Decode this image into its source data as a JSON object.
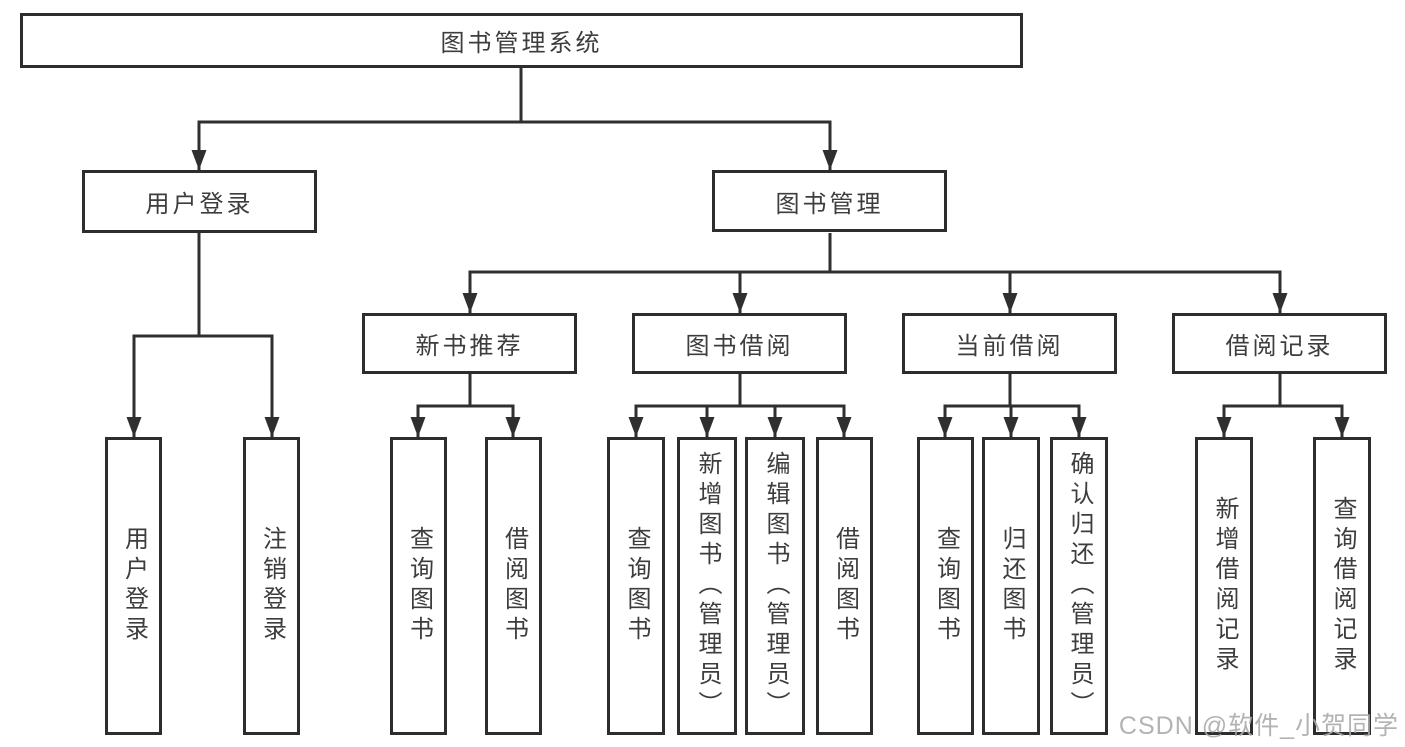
{
  "tree": {
    "label": "图书管理系统",
    "children": [
      {
        "label": "用户登录",
        "children": [
          {
            "label": "用户登录"
          },
          {
            "label": "注销登录"
          }
        ]
      },
      {
        "label": "图书管理",
        "children": [
          {
            "label": "新书推荐",
            "children": [
              {
                "label": "查询图书"
              },
              {
                "label": "借阅图书"
              }
            ]
          },
          {
            "label": "图书借阅",
            "children": [
              {
                "label": "查询图书"
              },
              {
                "label": "新增图书（管理员）"
              },
              {
                "label": "编辑图书（管理员）"
              },
              {
                "label": "借阅图书"
              }
            ]
          },
          {
            "label": "当前借阅",
            "children": [
              {
                "label": "查询图书"
              },
              {
                "label": "归还图书"
              },
              {
                "label": "确认归还（管理员）"
              }
            ]
          },
          {
            "label": "借阅记录",
            "children": [
              {
                "label": "新增借阅记录"
              },
              {
                "label": "查询借阅记录"
              }
            ]
          }
        ]
      }
    ]
  },
  "watermark": {
    "text": "CSDN @软件_小贺同学"
  },
  "colors": {
    "line": "#2f2f2f",
    "box_border": "#2d2d2d",
    "box_background": "#ffffff",
    "text": "#3d3d3d",
    "watermark": "#ababab"
  }
}
